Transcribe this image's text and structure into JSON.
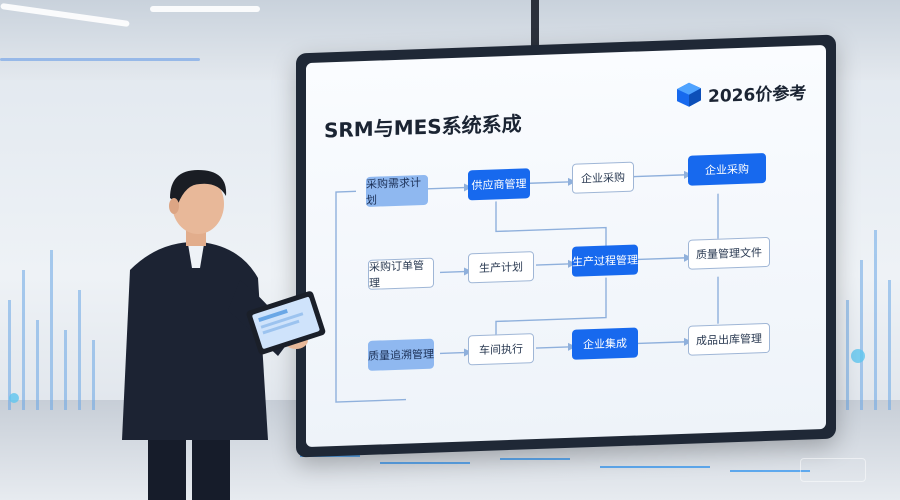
{
  "board": {
    "title": "SRM与MES系统系成",
    "logo_text": "2026价参考",
    "logo_icon": "cube-logo-icon"
  },
  "flow_nodes": [
    {
      "label": "采购需求计划",
      "style": "pale"
    },
    {
      "label": "供应商管理",
      "style": "solid"
    },
    {
      "label": "企业采购",
      "style": "outline"
    },
    {
      "label": "企业采购",
      "style": "solid"
    },
    {
      "label": "采购订单管理",
      "style": "outline"
    },
    {
      "label": "生产计划",
      "style": "outline"
    },
    {
      "label": "生产过程管理",
      "style": "solid"
    },
    {
      "label": "质量管理文件",
      "style": "outline"
    },
    {
      "label": "质量追溯管理",
      "style": "pale"
    },
    {
      "label": "车间执行",
      "style": "outline"
    },
    {
      "label": "企业集成",
      "style": "solid"
    },
    {
      "label": "成品出库管理",
      "style": "outline"
    }
  ],
  "colors": {
    "accent": "#1769ee",
    "screen_frame": "#1f2836",
    "suit": "#1c2333"
  }
}
